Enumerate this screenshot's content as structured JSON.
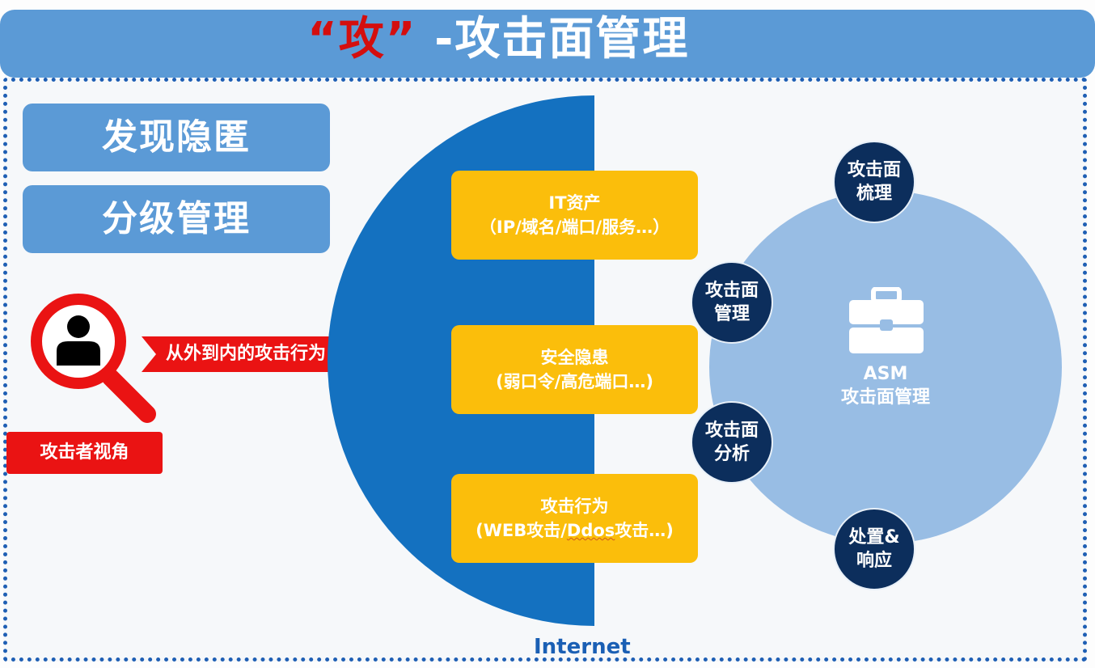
{
  "header": {
    "title_accent": "“攻”",
    "title_main": " -攻击面管理"
  },
  "left_panel": {
    "pills": [
      {
        "label": "发现隐匿"
      },
      {
        "label": "分级管理"
      }
    ],
    "attacker": {
      "icon": "magnifier-person-icon",
      "tag_label": "攻击者视角",
      "arrow_label": "从外到内的攻击行为"
    }
  },
  "internet_zone": {
    "label": "Internet",
    "boxes": [
      {
        "title": "IT资产",
        "detail": "（IP/域名/端口/服务…）"
      },
      {
        "title": "安全隐患",
        "detail": "(弱口令/高危端口…)"
      },
      {
        "title": "攻击行为",
        "detail_prefix": "(WEB攻击/",
        "detail_squiggle": "Ddos",
        "detail_suffix": "攻击…)"
      }
    ]
  },
  "asm": {
    "icon": "briefcase-icon",
    "title": "ASM",
    "subtitle": "攻击面管理",
    "nodes": [
      {
        "line1": "攻击面",
        "line2": "梳理"
      },
      {
        "line1": "攻击面",
        "line2": "管理"
      },
      {
        "line1": "攻击面",
        "line2": "分析"
      },
      {
        "line1": "处置&",
        "line2": "响应"
      }
    ]
  },
  "colors": {
    "header_blue": "#5b9ad6",
    "accent_red": "#d40e0e",
    "internet_blue": "#1471c0",
    "box_yellow": "#fbbe0b",
    "asm_circle": "#98bde4",
    "node_navy": "#0c2e5c",
    "frame_dots": "#1f5fb4"
  }
}
